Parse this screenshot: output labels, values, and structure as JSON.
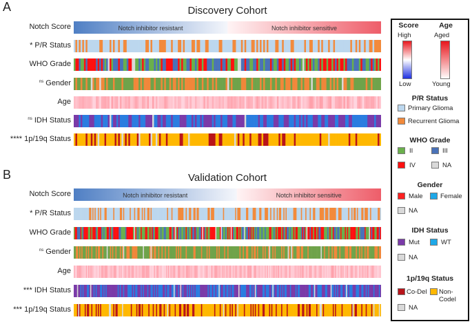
{
  "panels": [
    {
      "letter": "A",
      "title": "Discovery Cohort",
      "resistant_label": "Notch inhibitor resistant",
      "sensitive_label": "Notch inhibitor sensitive",
      "resistant_fraction": 0.5,
      "rows": [
        {
          "key": "score",
          "sig": "",
          "label": "Notch Score"
        },
        {
          "key": "pr",
          "sig": "*",
          "label": "P/R Status"
        },
        {
          "key": "who",
          "sig": "",
          "label": "WHO Grade"
        },
        {
          "key": "gender",
          "sig": "ns",
          "label": "Gender"
        },
        {
          "key": "age",
          "sig": "",
          "label": "Age"
        },
        {
          "key": "idh",
          "sig": "ns",
          "label": "IDH Status"
        },
        {
          "key": "codel",
          "sig": "****",
          "label": "1p/19q Status"
        }
      ]
    },
    {
      "letter": "B",
      "title": "Validation Cohort",
      "resistant_label": "Notch inhibitor resistant",
      "sensitive_label": "Notch inhibitor sensitive",
      "resistant_fraction": 0.53,
      "rows": [
        {
          "key": "score",
          "sig": "",
          "label": "Notch Score"
        },
        {
          "key": "pr",
          "sig": "*",
          "label": "P/R Status"
        },
        {
          "key": "who",
          "sig": "",
          "label": "WHO Grade"
        },
        {
          "key": "gender",
          "sig": "ns",
          "label": "Gender"
        },
        {
          "key": "age",
          "sig": "",
          "label": "Age"
        },
        {
          "key": "idh",
          "sig": "***",
          "label": "IDH Status"
        },
        {
          "key": "codel",
          "sig": "***",
          "label": "1p/19q Status"
        }
      ]
    }
  ],
  "legend": {
    "score": {
      "title": "Score",
      "high": "High",
      "low": "Low"
    },
    "age": {
      "title": "Age",
      "high": "Aged",
      "low": "Young"
    },
    "pr": {
      "title": "P/R Status",
      "items": [
        {
          "label": "Primary Glioma",
          "color": "#bcd7ee"
        },
        {
          "label": "Recurrent Glioma",
          "color": "#f28a3b"
        }
      ]
    },
    "who": {
      "title": "WHO Grade",
      "items": [
        {
          "label": "II",
          "color": "#6ab04c"
        },
        {
          "label": "III",
          "color": "#4a72b8"
        },
        {
          "label": "IV",
          "color": "#ff1010"
        },
        {
          "label": "NA",
          "color": "#d9d9d9"
        }
      ]
    },
    "gender": {
      "title": "Gender",
      "items": [
        {
          "label": "Male",
          "color": "#ff2020"
        },
        {
          "label": "Female",
          "color": "#1ea8e8"
        },
        {
          "label": "NA",
          "color": "#d9d9d9"
        }
      ]
    },
    "idh": {
      "title": "IDH Status",
      "items": [
        {
          "label": "Mut",
          "color": "#7a3aa8"
        },
        {
          "label": "WT",
          "color": "#1ea8e8"
        },
        {
          "label": "NA",
          "color": "#d9d9d9"
        }
      ]
    },
    "codel": {
      "title": "1p/19q Status",
      "items": [
        {
          "label": "Co-Del",
          "color": "#b8141a"
        },
        {
          "label": "Non-Codel",
          "color": "#ffb800"
        },
        {
          "label": "NA",
          "color": "#d9d9d9"
        }
      ]
    }
  }
}
